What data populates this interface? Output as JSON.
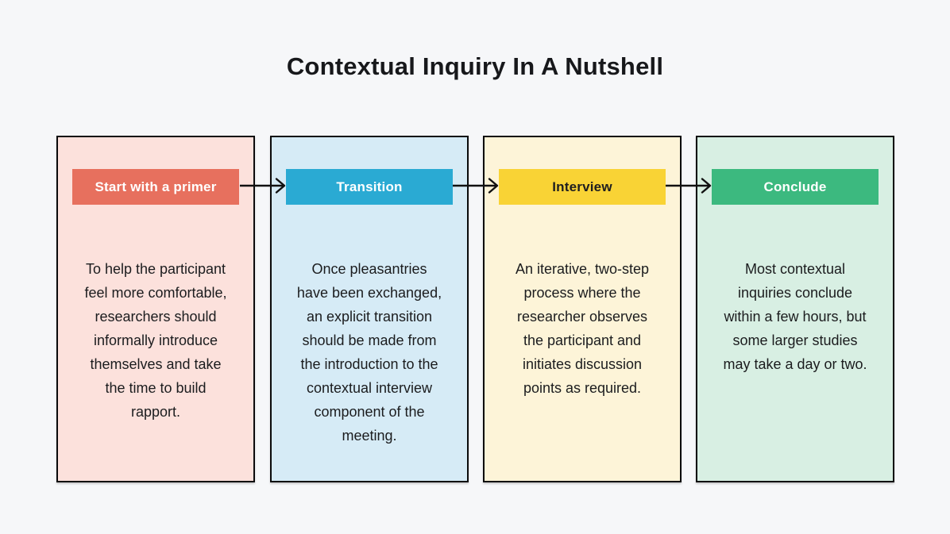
{
  "title": "Contextual Inquiry In A Nutshell",
  "colors": {
    "page_background": "#F6F7F9",
    "card_border": "#0B0B0C",
    "arrow": "#111111",
    "body_text": "#1B1C1E",
    "title_text": "#17181B"
  },
  "cards": [
    {
      "label": "Start with a primer",
      "badge_color": "#E7705E",
      "label_color": "#FFFFFF",
      "card_background": "#FCE1DC",
      "body": "To help the participant\nfeel more comfortable,\nresearchers should\ninformally introduce\nthemselves and take\nthe time to build\nrapport."
    },
    {
      "label": "Transition",
      "badge_color": "#2AAAD3",
      "label_color": "#FFFFFF",
      "card_background": "#D6EBF6",
      "body": "Once pleasantries\nhave been exchanged,\nan explicit transition\nshould be made from\nthe introduction to the\ncontextual interview\ncomponent of the\nmeeting."
    },
    {
      "label": "Interview",
      "badge_color": "#F9D335",
      "label_color": "#1E1E20",
      "card_background": "#FDF4D8",
      "body": "An iterative, two-step\nprocess where the\nresearcher observes\nthe participant and\ninitiates discussion\npoints as required."
    },
    {
      "label": "Conclude",
      "badge_color": "#3CB97F",
      "label_color": "#FFFFFF",
      "card_background": "#D8EFE3",
      "body": "Most contextual\ninquiries conclude\nwithin a few hours, but\nsome larger studies\nmay take a day or two."
    }
  ],
  "arrows": [
    {
      "icon": "right-arrow-icon"
    },
    {
      "icon": "right-arrow-icon"
    },
    {
      "icon": "right-arrow-icon"
    }
  ]
}
